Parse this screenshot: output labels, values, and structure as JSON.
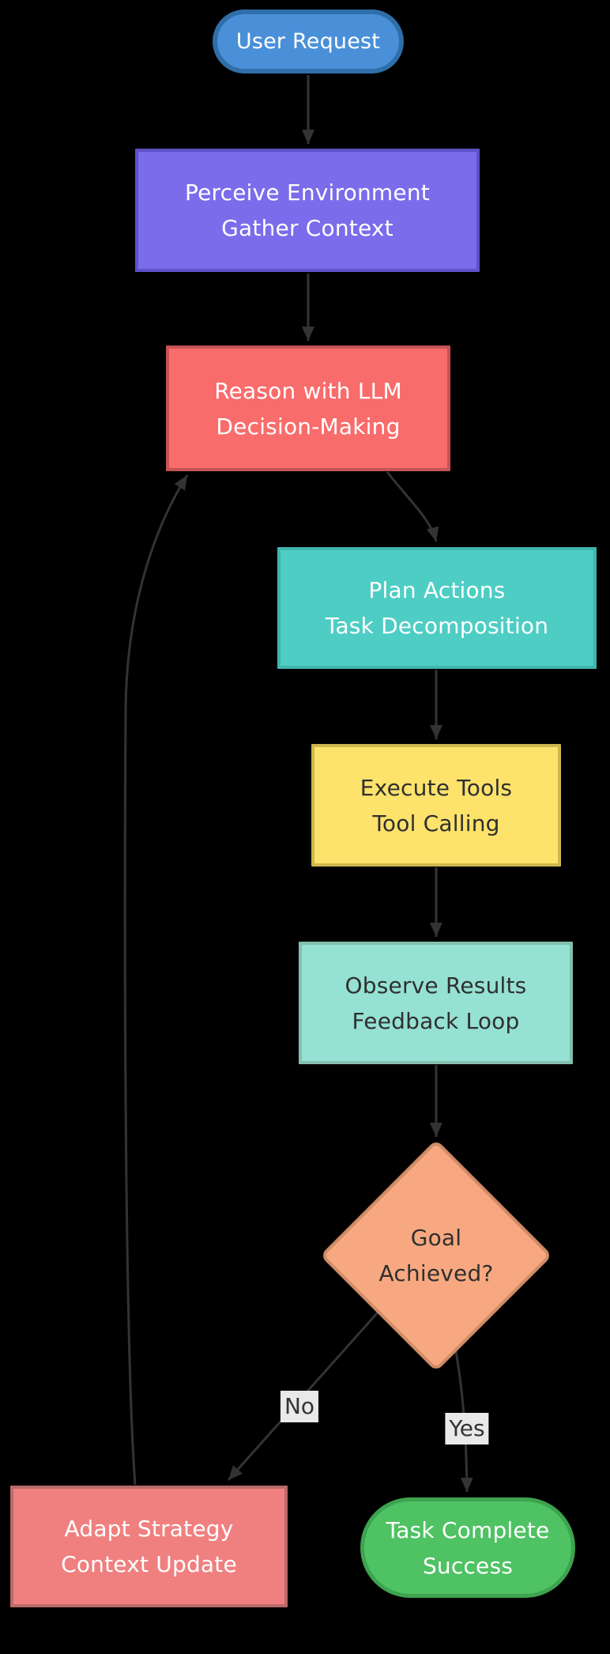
{
  "diagram": {
    "background": "#000000",
    "edge_color": "#333333",
    "edge_label_bg": "#e9e9e9",
    "edge_label_text": "#333333",
    "nodes": {
      "user_request": {
        "shape": "stadium",
        "lines": [
          "User Request"
        ],
        "fill": "#4a90d8",
        "border": "#2f6ea8",
        "text_color": "#ffffff"
      },
      "perceive": {
        "shape": "rect",
        "lines": [
          "Perceive Environment",
          "Gather Context"
        ],
        "fill": "#7b6cec",
        "border": "#5f51c7",
        "text_color": "#ffffff"
      },
      "reason": {
        "shape": "rect",
        "lines": [
          "Reason with LLM",
          "Decision-Making"
        ],
        "fill": "#f96c6c",
        "border": "#c65353",
        "text_color": "#ffffff"
      },
      "plan": {
        "shape": "rect",
        "lines": [
          "Plan Actions",
          "Task Decomposition"
        ],
        "fill": "#4ecdc4",
        "border": "#3fb6ad",
        "text_color": "#ffffff"
      },
      "execute": {
        "shape": "rect",
        "lines": [
          "Execute Tools",
          "Tool Calling"
        ],
        "fill": "#fde26b",
        "border": "#cdb74e",
        "text_color": "#2f2f2f"
      },
      "observe": {
        "shape": "rect",
        "lines": [
          "Observe Results",
          "Feedback Loop"
        ],
        "fill": "#95e1d3",
        "border": "#84bfae",
        "text_color": "#2f2f2f"
      },
      "goal": {
        "shape": "diamond",
        "lines": [
          "Goal",
          "Achieved?"
        ],
        "fill": "#f8a880",
        "border": "#cf8c66",
        "text_color": "#2f2f2f"
      },
      "adapt": {
        "shape": "rect",
        "lines": [
          "Adapt Strategy",
          "Context Update"
        ],
        "fill": "#f08080",
        "border": "#b96a6a",
        "text_color": "#ffffff"
      },
      "complete": {
        "shape": "stadium",
        "lines": [
          "Task Complete",
          "Success"
        ],
        "fill": "#4fc263",
        "border": "#3da34f",
        "text_color": "#ffffff"
      }
    },
    "edge_labels": {
      "no": "No",
      "yes": "Yes"
    }
  }
}
